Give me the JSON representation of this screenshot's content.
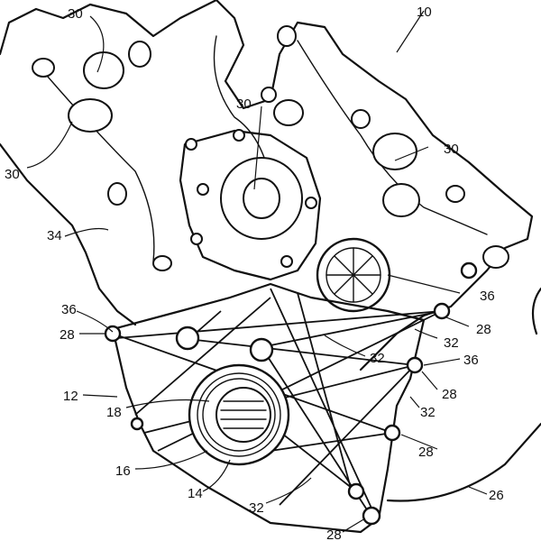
{
  "labels": {
    "l10": "10",
    "l30a": "30",
    "l30b": "30",
    "l30c": "30",
    "l30d": "30",
    "l34": "34",
    "l36a": "36",
    "l36b": "36",
    "l36c": "36",
    "l28a": "28",
    "l28b": "28",
    "l28c": "28",
    "l28d": "28",
    "l28e": "28",
    "l32a": "32",
    "l32b": "32",
    "l32c": "32",
    "l32d": "32",
    "l12": "12",
    "l18": "18",
    "l16": "16",
    "l14": "14",
    "l26": "26"
  }
}
